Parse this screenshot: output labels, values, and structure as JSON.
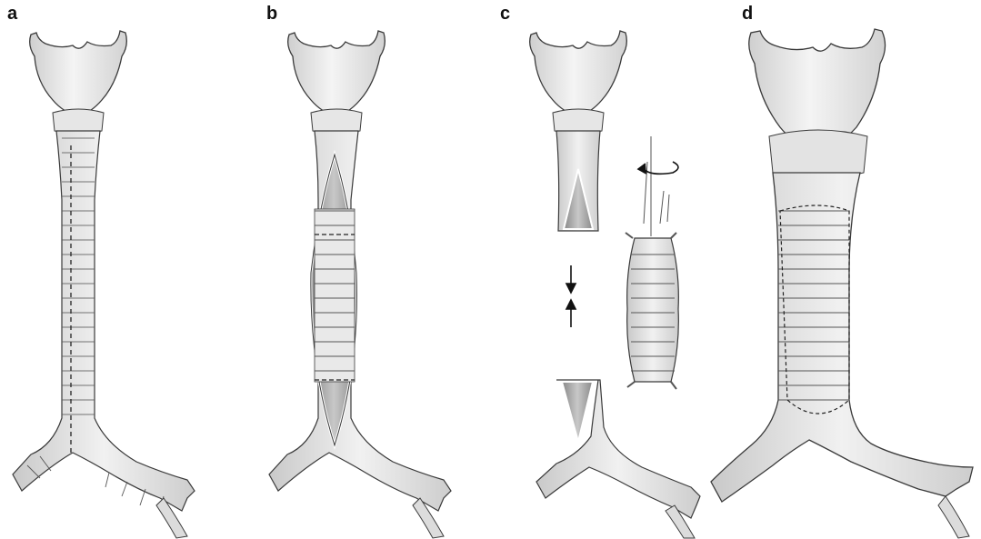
{
  "panels": [
    {
      "label": "a"
    },
    {
      "label": "b"
    },
    {
      "label": "c"
    },
    {
      "label": "d"
    }
  ],
  "colors": {
    "tissue": "#d9d9d9",
    "tissue_light": "#efefef",
    "ink": "#3a3a3a",
    "shade": "#b8b8b8"
  }
}
